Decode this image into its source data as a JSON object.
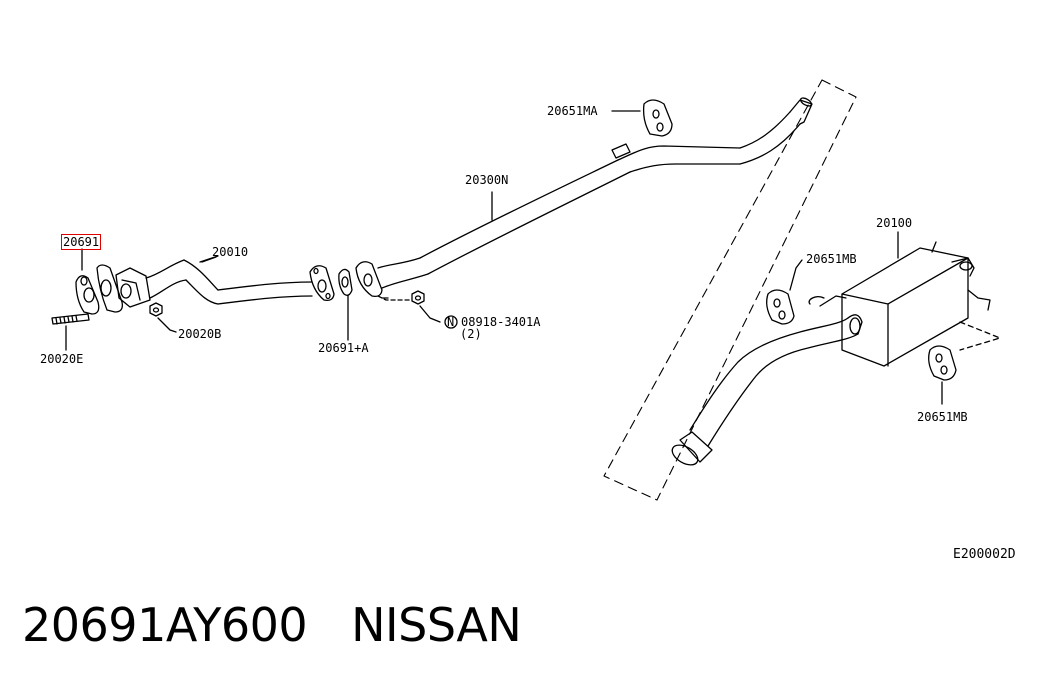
{
  "callouts": {
    "gasket_front": "20691",
    "front_tube": "20010",
    "stud": "20020E",
    "nut": "20020B",
    "gasket_center": "20691+A",
    "center_tube": "20300N",
    "mounting_rubber_a": "20651MA",
    "nut_std": "08918-3401A",
    "nut_std_qty": "(2)",
    "nut_std_symbol": "N",
    "muffler": "20100",
    "mounting_rubber_b_1": "20651MB",
    "mounting_rubber_b_2": "20651MB",
    "diagram_code": "E200002D"
  },
  "footer": {
    "part_number": "20691AY600",
    "brand": "NISSAN"
  },
  "colors": {
    "line": "#000000",
    "highlight": "#e00000",
    "background": "#ffffff"
  }
}
